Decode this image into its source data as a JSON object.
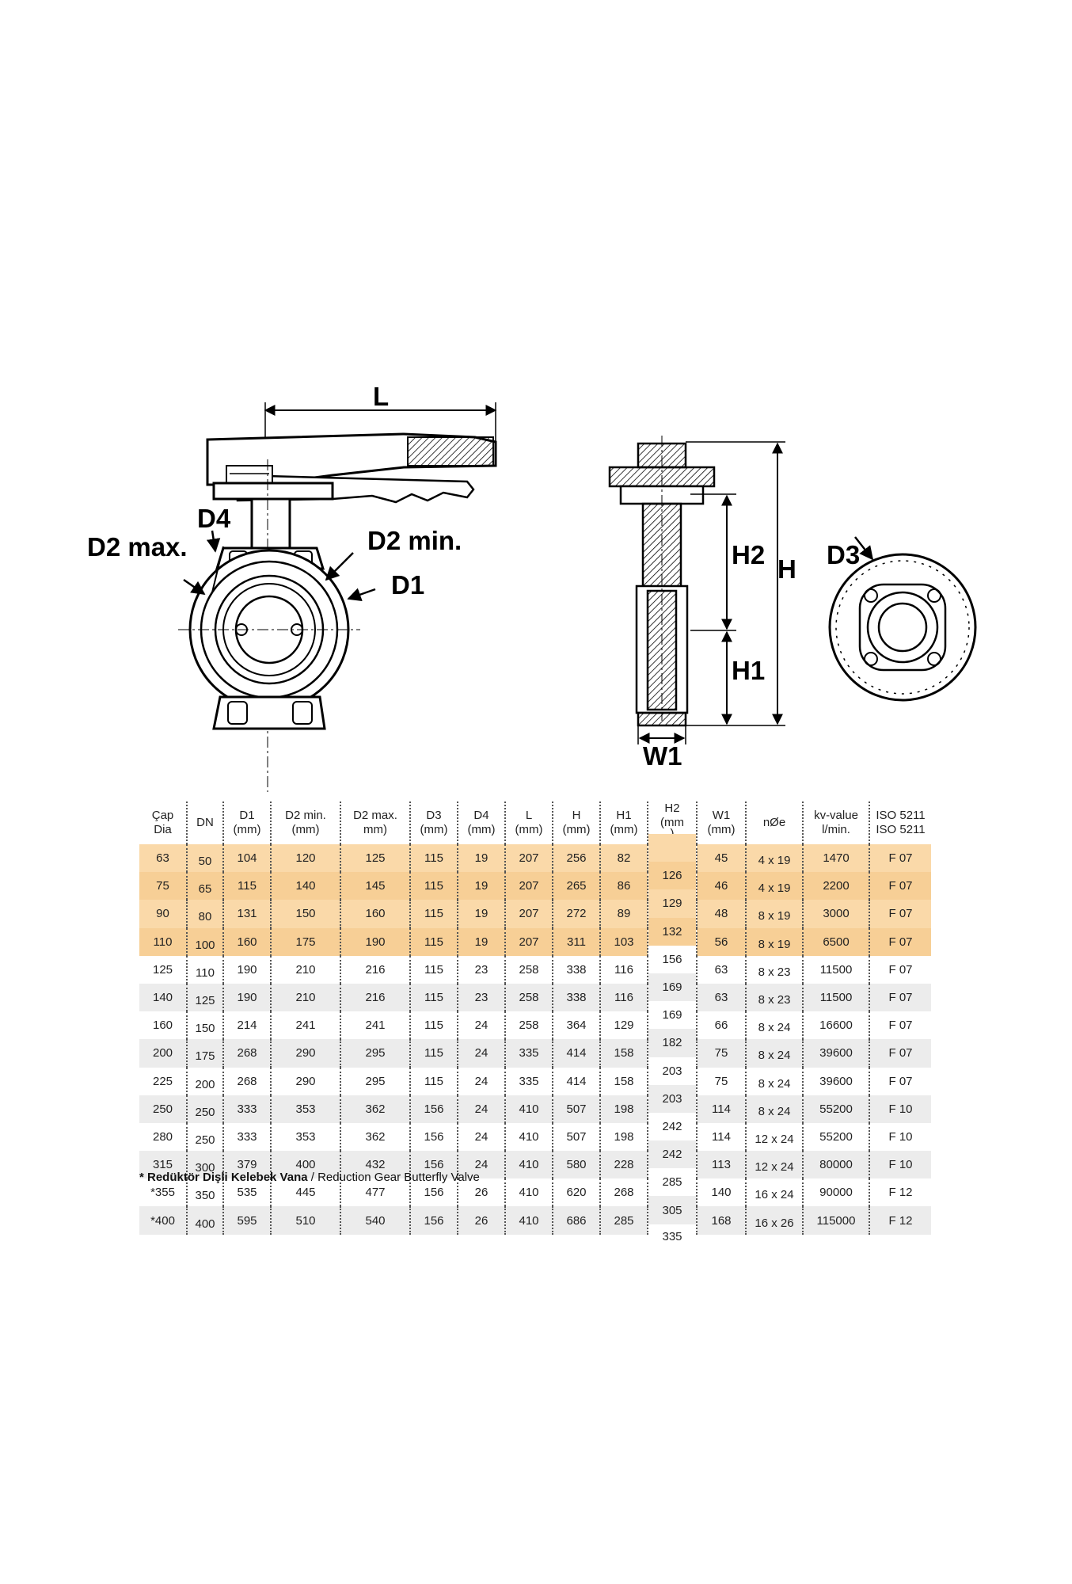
{
  "drawing": {
    "labels": {
      "l": "L",
      "d4": "D4",
      "d2max": "D2 max.",
      "d2min": "D2 min.",
      "d1": "D1",
      "h2": "H2",
      "h": "H",
      "h1": "H1",
      "d3": "D3",
      "w1": "W1"
    }
  },
  "table": {
    "headers": [
      [
        "Çap",
        "Dia"
      ],
      [
        "DN",
        ""
      ],
      [
        "D1",
        "(mm)"
      ],
      [
        "D2 min.",
        "(mm)"
      ],
      [
        "D2 max.",
        "mm)"
      ],
      [
        "D3",
        "(mm)"
      ],
      [
        "D4",
        "(mm)"
      ],
      [
        "L",
        "(mm)"
      ],
      [
        "H",
        "(mm)"
      ],
      [
        "H1",
        "(mm)"
      ],
      [
        "H2",
        "(mm"
      ],
      [
        "W1",
        "(mm)"
      ],
      [
        "nØe",
        ""
      ],
      [
        "kv-value",
        "l/min."
      ],
      [
        "ISO 5211",
        "ISO 5211"
      ]
    ],
    "h2_overflow": ")",
    "h2_tail": "335",
    "rows": [
      [
        "63",
        "50",
        "104",
        "120",
        "125",
        "115",
        "19",
        "207",
        "256",
        "82",
        "",
        "45",
        "4 x 19",
        "1470",
        "F 07"
      ],
      [
        "75",
        "65",
        "115",
        "140",
        "145",
        "115",
        "19",
        "207",
        "265",
        "86",
        "126",
        "46",
        "4 x 19",
        "2200",
        "F 07"
      ],
      [
        "90",
        "80",
        "131",
        "150",
        "160",
        "115",
        "19",
        "207",
        "272",
        "89",
        "129",
        "48",
        "8 x 19",
        "3000",
        "F 07"
      ],
      [
        "110",
        "100",
        "160",
        "175",
        "190",
        "115",
        "19",
        "207",
        "311",
        "103",
        "132",
        "56",
        "8 x 19",
        "6500",
        "F 07"
      ],
      [
        "125",
        "110",
        "190",
        "210",
        "216",
        "115",
        "23",
        "258",
        "338",
        "116",
        "156",
        "63",
        "8 x 23",
        "11500",
        "F 07"
      ],
      [
        "140",
        "125",
        "190",
        "210",
        "216",
        "115",
        "23",
        "258",
        "338",
        "116",
        "169",
        "63",
        "8 x 23",
        "11500",
        "F 07"
      ],
      [
        "160",
        "150",
        "214",
        "241",
        "241",
        "115",
        "24",
        "258",
        "364",
        "129",
        "169",
        "66",
        "8 x 24",
        "16600",
        "F 07"
      ],
      [
        "200",
        "175",
        "268",
        "290",
        "295",
        "115",
        "24",
        "335",
        "414",
        "158",
        "182",
        "75",
        "8 x 24",
        "39600",
        "F 07"
      ],
      [
        "225",
        "200",
        "268",
        "290",
        "295",
        "115",
        "24",
        "335",
        "414",
        "158",
        "203",
        "75",
        "8 x 24",
        "39600",
        "F 07"
      ],
      [
        "250",
        "250",
        "333",
        "353",
        "362",
        "156",
        "24",
        "410",
        "507",
        "198",
        "203",
        "114",
        "8 x 24",
        "55200",
        "F 10"
      ],
      [
        "280",
        "250",
        "333",
        "353",
        "362",
        "156",
        "24",
        "410",
        "507",
        "198",
        "242",
        "114",
        "12 x 24",
        "55200",
        "F 10"
      ],
      [
        "315",
        "300",
        "379",
        "400",
        "432",
        "156",
        "24",
        "410",
        "580",
        "228",
        "242",
        "113",
        "12 x 24",
        "80000",
        "F 10"
      ],
      [
        "*355",
        "350",
        "535",
        "445",
        "477",
        "156",
        "26",
        "410",
        "620",
        "268",
        "285",
        "140",
        "16 x 24",
        "90000",
        "F 12"
      ],
      [
        "*400",
        "400",
        "595",
        "510",
        "540",
        "156",
        "26",
        "410",
        "686",
        "285",
        "305",
        "168",
        "16 x 26",
        "115000",
        "F 12"
      ]
    ]
  },
  "footnote": {
    "bold": "* Redüktör Dişli Kelebek Vana",
    "rest": " / Reduction Gear Butterfly Valve"
  },
  "colors": {
    "highlight": "#fad9a9",
    "stripe": "#ececec"
  }
}
